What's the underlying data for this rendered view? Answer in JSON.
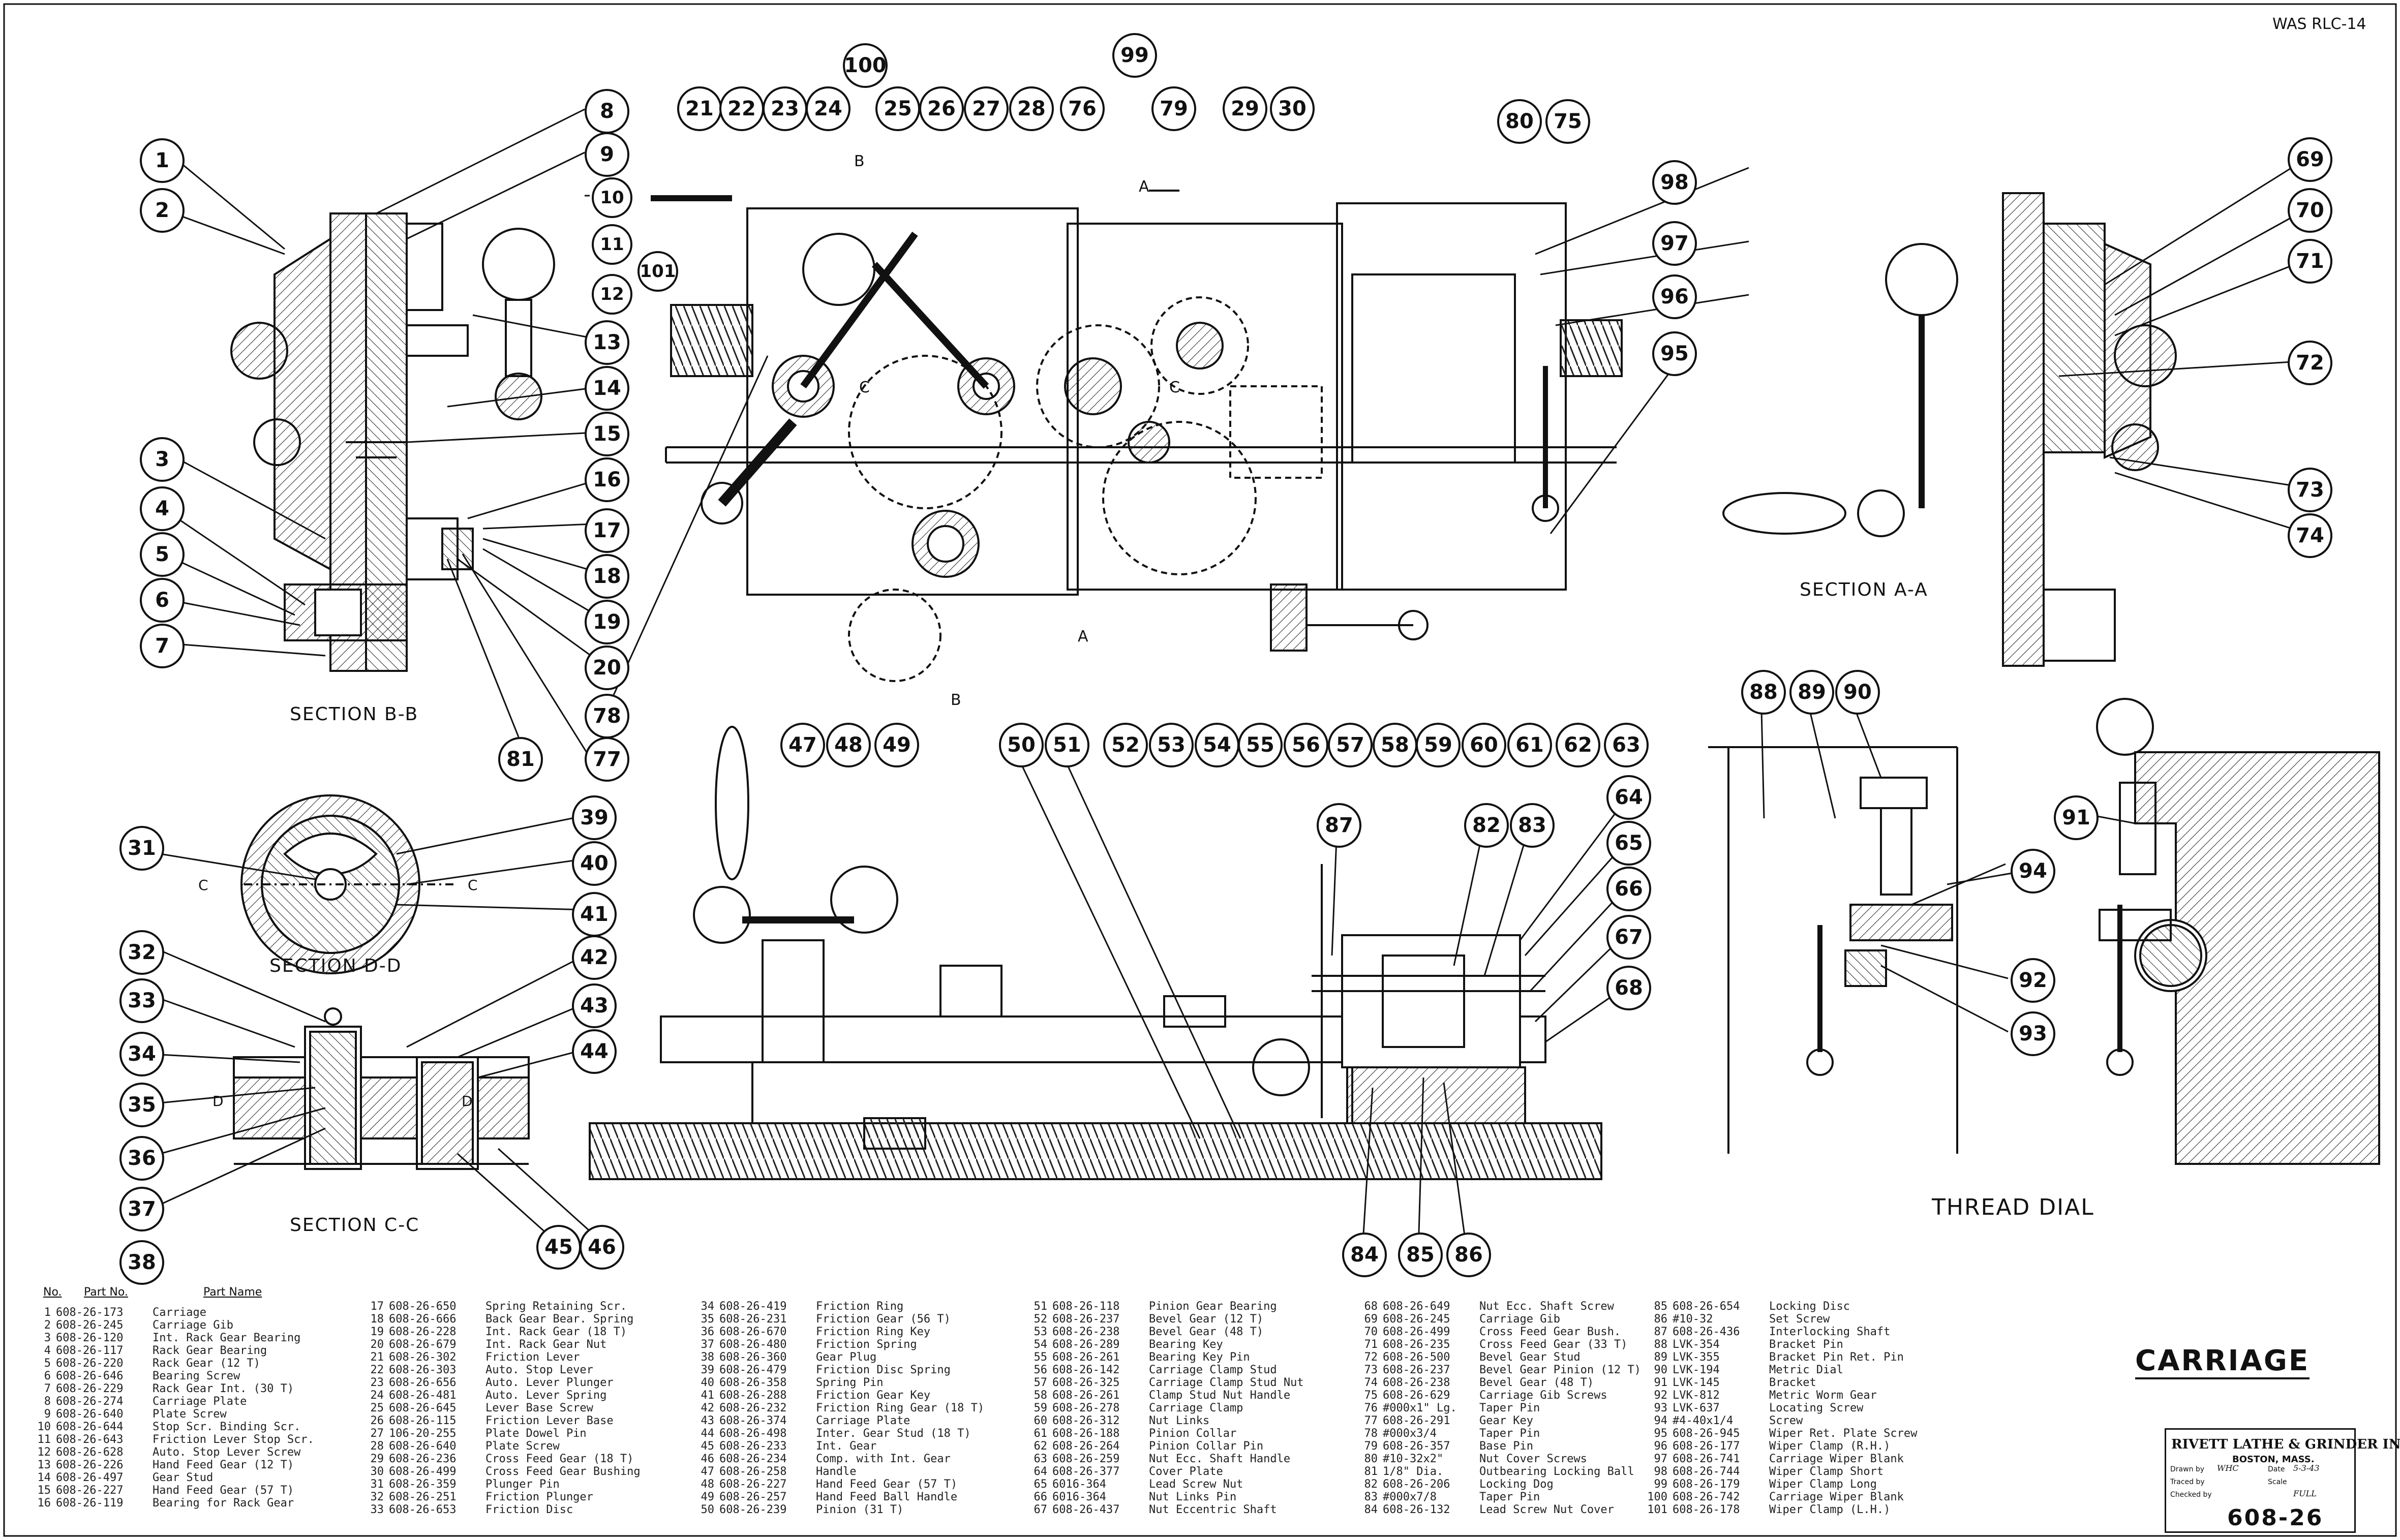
{
  "drawing": {
    "ref": "WAS  RLC-14",
    "title": "CARRIAGE",
    "number": "608-26",
    "company": "RIVETT LATHE & GRINDER INC.",
    "city": "BOSTON, MASS.",
    "drawn_label": "Drawn by",
    "drawn_by": "WHC",
    "date_label": "Date",
    "date": "5-3-43",
    "traced_label": "Traced by",
    "checked_label": "Checked by",
    "scale_label": "Scale",
    "scale": "FULL"
  },
  "sections": {
    "bb": "SECTION B-B",
    "dd": "SECTION D-D",
    "cc": "SECTION C-C",
    "aa": "SECTION A-A",
    "thread_dial": "THREAD DIAL"
  },
  "markers": {
    "a": "A",
    "b": "B",
    "c": "C",
    "d": "D"
  },
  "table_headers": {
    "no": "No.",
    "part_no": "Part No.",
    "part_name": "Part Name"
  },
  "parts": [
    [
      "1",
      "608-26-173",
      "Carriage"
    ],
    [
      "2",
      "608-26-245",
      "Carriage Gib"
    ],
    [
      "3",
      "608-26-120",
      "Int. Rack Gear Bearing"
    ],
    [
      "4",
      "608-26-117",
      "Rack Gear Bearing"
    ],
    [
      "5",
      "608-26-220",
      "Rack Gear (12 T)"
    ],
    [
      "6",
      "608-26-646",
      "Bearing Screw"
    ],
    [
      "7",
      "608-26-229",
      "Rack Gear Int. (30 T)"
    ],
    [
      "8",
      "608-26-274",
      "Carriage Plate"
    ],
    [
      "9",
      "608-26-640",
      "Plate Screw"
    ],
    [
      "10",
      "608-26-644",
      "Stop Scr. Binding Scr."
    ],
    [
      "11",
      "608-26-643",
      "Friction Lever Stop Scr."
    ],
    [
      "12",
      "608-26-628",
      "Auto. Stop Lever Screw"
    ],
    [
      "13",
      "608-26-226",
      "Hand Feed Gear (12 T)"
    ],
    [
      "14",
      "608-26-497",
      "Gear Stud"
    ],
    [
      "15",
      "608-26-227",
      "Hand Feed Gear (57 T)"
    ],
    [
      "16",
      "608-26-119",
      "Bearing for Rack Gear"
    ],
    [
      "17",
      "608-26-650",
      "Spring Retaining Scr."
    ],
    [
      "18",
      "608-26-666",
      "Back Gear Bear. Spring"
    ],
    [
      "19",
      "608-26-228",
      "Int. Rack Gear (18 T)"
    ],
    [
      "20",
      "608-26-679",
      "Int. Rack Gear Nut"
    ],
    [
      "21",
      "608-26-302",
      "Friction Lever"
    ],
    [
      "22",
      "608-26-303",
      "Auto. Stop Lever"
    ],
    [
      "23",
      "608-26-656",
      "Auto. Lever Plunger"
    ],
    [
      "24",
      "608-26-481",
      "Auto. Lever Spring"
    ],
    [
      "25",
      "608-26-645",
      "Lever Base Screw"
    ],
    [
      "26",
      "608-26-115",
      "Friction Lever Base"
    ],
    [
      "27",
      "106-20-255",
      "Plate Dowel Pin"
    ],
    [
      "28",
      "608-26-640",
      "Plate Screw"
    ],
    [
      "29",
      "608-26-236",
      "Cross Feed Gear (18 T)"
    ],
    [
      "30",
      "608-26-499",
      "Cross Feed Gear Bushing"
    ],
    [
      "31",
      "608-26-359",
      "Plunger Pin"
    ],
    [
      "32",
      "608-26-251",
      "Friction Plunger"
    ],
    [
      "33",
      "608-26-653",
      "Friction Disc"
    ],
    [
      "34",
      "608-26-419",
      "Friction Ring"
    ],
    [
      "35",
      "608-26-231",
      "Friction Gear (56 T)"
    ],
    [
      "36",
      "608-26-670",
      "Friction Ring Key"
    ],
    [
      "37",
      "608-26-480",
      "Friction Spring"
    ],
    [
      "38",
      "608-26-360",
      "Gear Plug"
    ],
    [
      "39",
      "608-26-479",
      "Friction Disc Spring"
    ],
    [
      "40",
      "608-26-358",
      "Spring Pin"
    ],
    [
      "41",
      "608-26-288",
      "Friction Gear Key"
    ],
    [
      "42",
      "608-26-232",
      "Friction Ring Gear (18 T)"
    ],
    [
      "43",
      "608-26-374",
      "Carriage Plate"
    ],
    [
      "44",
      "608-26-498",
      "Inter. Gear Stud (18 T)"
    ],
    [
      "45",
      "608-26-233",
      "Int. Gear"
    ],
    [
      "46",
      "608-26-234",
      "Comp. with Int. Gear"
    ],
    [
      "47",
      "608-26-258",
      "Handle"
    ],
    [
      "48",
      "608-26-227",
      "Hand Feed Gear (57 T)"
    ],
    [
      "49",
      "608-26-257",
      "Hand Feed Ball Handle"
    ],
    [
      "50",
      "608-26-239",
      "Pinion (31 T)"
    ],
    [
      "51",
      "608-26-118",
      "Pinion Gear Bearing"
    ],
    [
      "52",
      "608-26-237",
      "Bevel Gear (12 T)"
    ],
    [
      "53",
      "608-26-238",
      "Bevel Gear (48 T)"
    ],
    [
      "54",
      "608-26-289",
      "Bearing Key"
    ],
    [
      "55",
      "608-26-261",
      "Bearing Key Pin"
    ],
    [
      "56",
      "608-26-142",
      "Carriage Clamp Stud"
    ],
    [
      "57",
      "608-26-325",
      "Carriage Clamp Stud Nut"
    ],
    [
      "58",
      "608-26-261",
      "Clamp Stud Nut Handle"
    ],
    [
      "59",
      "608-26-278",
      "Carriage Clamp"
    ],
    [
      "60",
      "608-26-312",
      "Nut Links"
    ],
    [
      "61",
      "608-26-188",
      "Pinion Collar"
    ],
    [
      "62",
      "608-26-264",
      "Pinion Collar Pin"
    ],
    [
      "63",
      "608-26-259",
      "Nut Ecc. Shaft Handle"
    ],
    [
      "64",
      "608-26-377",
      "Cover Plate"
    ],
    [
      "65",
      "6016-364",
      "Lead Screw Nut"
    ],
    [
      "66",
      "6016-364",
      "Nut Links Pin"
    ],
    [
      "67",
      "608-26-437",
      "Nut Eccentric Shaft"
    ],
    [
      "68",
      "608-26-649",
      "Nut Ecc. Shaft Screw"
    ],
    [
      "69",
      "608-26-245",
      "Carriage Gib"
    ],
    [
      "70",
      "608-26-499",
      "Cross Feed Gear Bush."
    ],
    [
      "71",
      "608-26-235",
      "Cross Feed Gear (33 T)"
    ],
    [
      "72",
      "608-26-500",
      "Bevel Gear Stud"
    ],
    [
      "73",
      "608-26-237",
      "Bevel Gear Pinion (12 T)"
    ],
    [
      "74",
      "608-26-238",
      "Bevel Gear (48 T)"
    ],
    [
      "75",
      "608-26-629",
      "Carriage Gib Screws"
    ],
    [
      "76",
      "#000x1\" Lg.",
      "Taper Pin"
    ],
    [
      "77",
      "608-26-291",
      "Gear Key"
    ],
    [
      "78",
      "#000x3/4",
      "Taper Pin"
    ],
    [
      "79",
      "608-26-357",
      "Base Pin"
    ],
    [
      "80",
      "#10-32x2\"",
      "Nut Cover Screws"
    ],
    [
      "81",
      "1/8\" Dia.",
      "Outbearing Locking Ball"
    ],
    [
      "82",
      "608-26-206",
      "Locking Dog"
    ],
    [
      "83",
      "#000x7/8",
      "Taper Pin"
    ],
    [
      "84",
      "608-26-132",
      "Lead Screw Nut Cover"
    ],
    [
      "85",
      "608-26-654",
      "Locking Disc"
    ],
    [
      "86",
      "#10-32",
      "Set Screw"
    ],
    [
      "87",
      "608-26-436",
      "Interlocking Shaft"
    ],
    [
      "88",
      "LVK-354",
      "Bracket Pin"
    ],
    [
      "89",
      "LVK-355",
      "Bracket Pin Ret. Pin"
    ],
    [
      "90",
      "LVK-194",
      "Metric Dial"
    ],
    [
      "91",
      "LVK-145",
      "Bracket"
    ],
    [
      "92",
      "LVK-812",
      "Metric Worm Gear"
    ],
    [
      "93",
      "LVK-637",
      "Locating Screw"
    ],
    [
      "94",
      "#4-40x1/4",
      "Screw"
    ],
    [
      "95",
      "608-26-945",
      "Wiper Ret. Plate Screw"
    ],
    [
      "96",
      "608-26-177",
      "Wiper Clamp (R.H.)"
    ],
    [
      "97",
      "608-26-741",
      "Carriage Wiper Blank"
    ],
    [
      "98",
      "608-26-744",
      "Wiper Clamp Short"
    ],
    [
      "99",
      "608-26-179",
      "Wiper Clamp Long"
    ],
    [
      "100",
      "608-26-742",
      "Carriage Wiper Blank"
    ],
    [
      "101",
      "608-26-178",
      "Wiper Clamp (L.H.)"
    ]
  ]
}
